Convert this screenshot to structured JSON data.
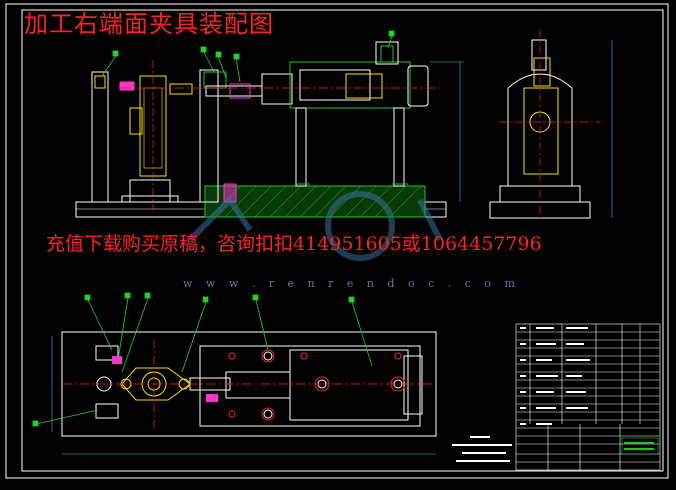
{
  "title": "加工右端面夹具装配图",
  "watermark": {
    "text": "充值下载购买原稿，咨询扣扣414951605或1064457796",
    "url": "w w w . r e n r e n d o c . c o m"
  },
  "colors": {
    "background": "#000000",
    "frame": "#ffffff",
    "outline": "#ffffff",
    "part_yellow": "#ffe000",
    "part_green": "#22c422",
    "centerline": "#ff2020",
    "leader": "#25d025",
    "dimension": "#22cfcf",
    "accent_magenta": "#ff33cc",
    "watermark": "#4d7fae"
  }
}
